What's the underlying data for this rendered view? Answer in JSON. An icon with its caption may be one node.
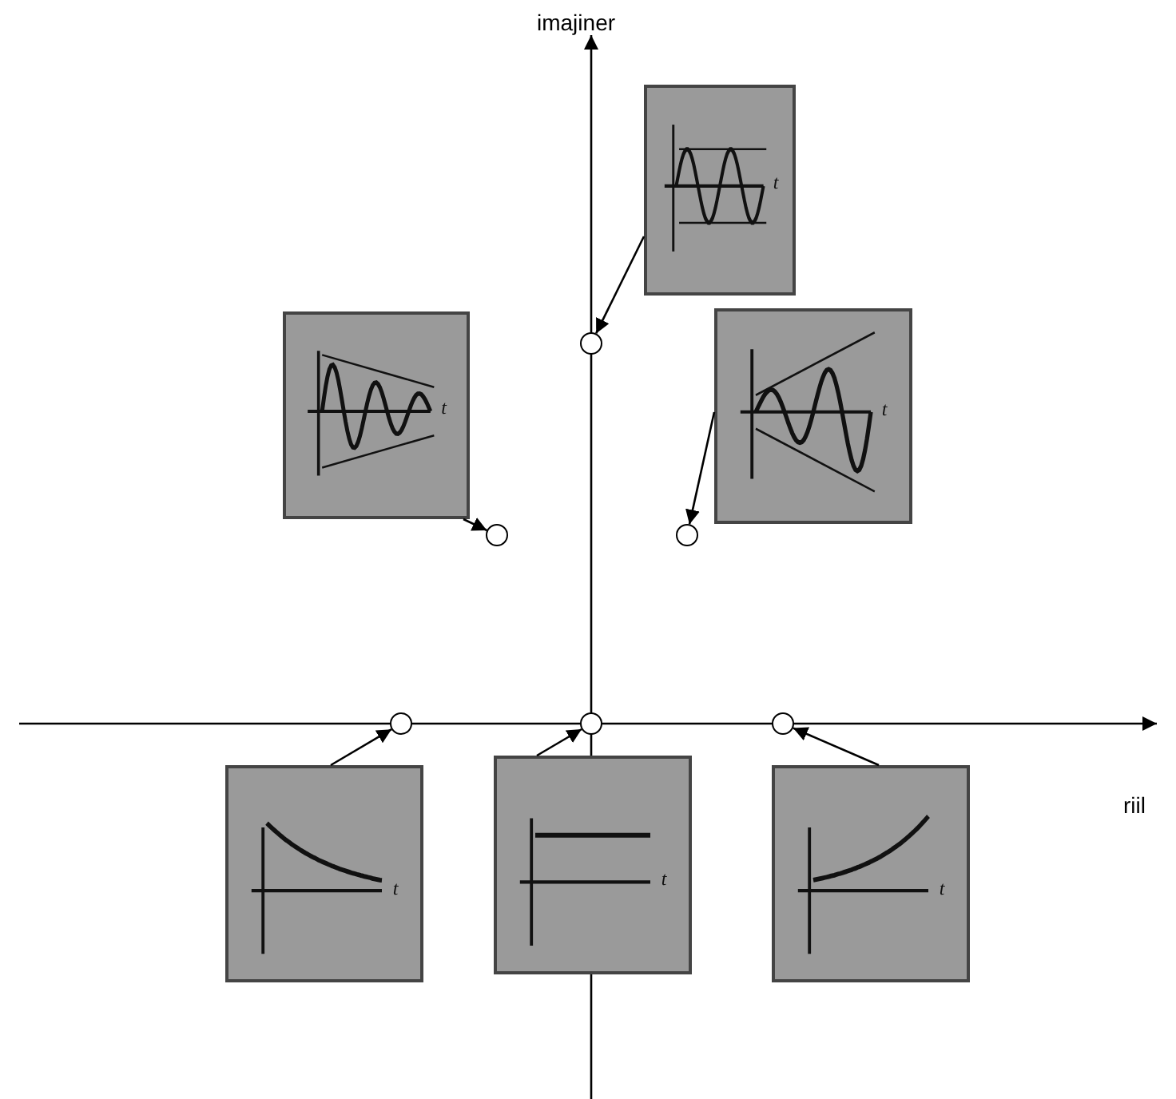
{
  "diagram": {
    "nodes": [
      {
        "text": [
          "t"
        ]
      },
      {
        "text": [],
        "shape": "circle"
      },
      {
        "text": [
          "t"
        ]
      },
      {
        "text": [
          "t"
        ]
      },
      {
        "text": [],
        "shape": "circle"
      },
      {
        "text": [],
        "shape": "circle"
      },
      {
        "text": [],
        "shape": "circle"
      },
      {
        "text": [],
        "shape": "circle"
      },
      {
        "text": [],
        "shape": "circle"
      },
      {
        "text": [
          "t"
        ]
      },
      {
        "text": [
          "t"
        ]
      },
      {
        "text": [
          "t"
        ]
      }
    ],
    "edges": [
      {
        "from": 0,
        "to": 1,
        "arrow": "to"
      },
      {
        "from": 2,
        "to": 4,
        "arrow": "to"
      },
      {
        "from": 3,
        "to": 5,
        "arrow": "to"
      },
      {
        "from": 9,
        "to": 6,
        "arrow": "to"
      },
      {
        "from": 10,
        "to": 7,
        "arrow": "to"
      },
      {
        "from": 11,
        "to": 8,
        "arrow": "to"
      }
    ],
    "labels": [
      "imajiner",
      "riil"
    ]
  }
}
